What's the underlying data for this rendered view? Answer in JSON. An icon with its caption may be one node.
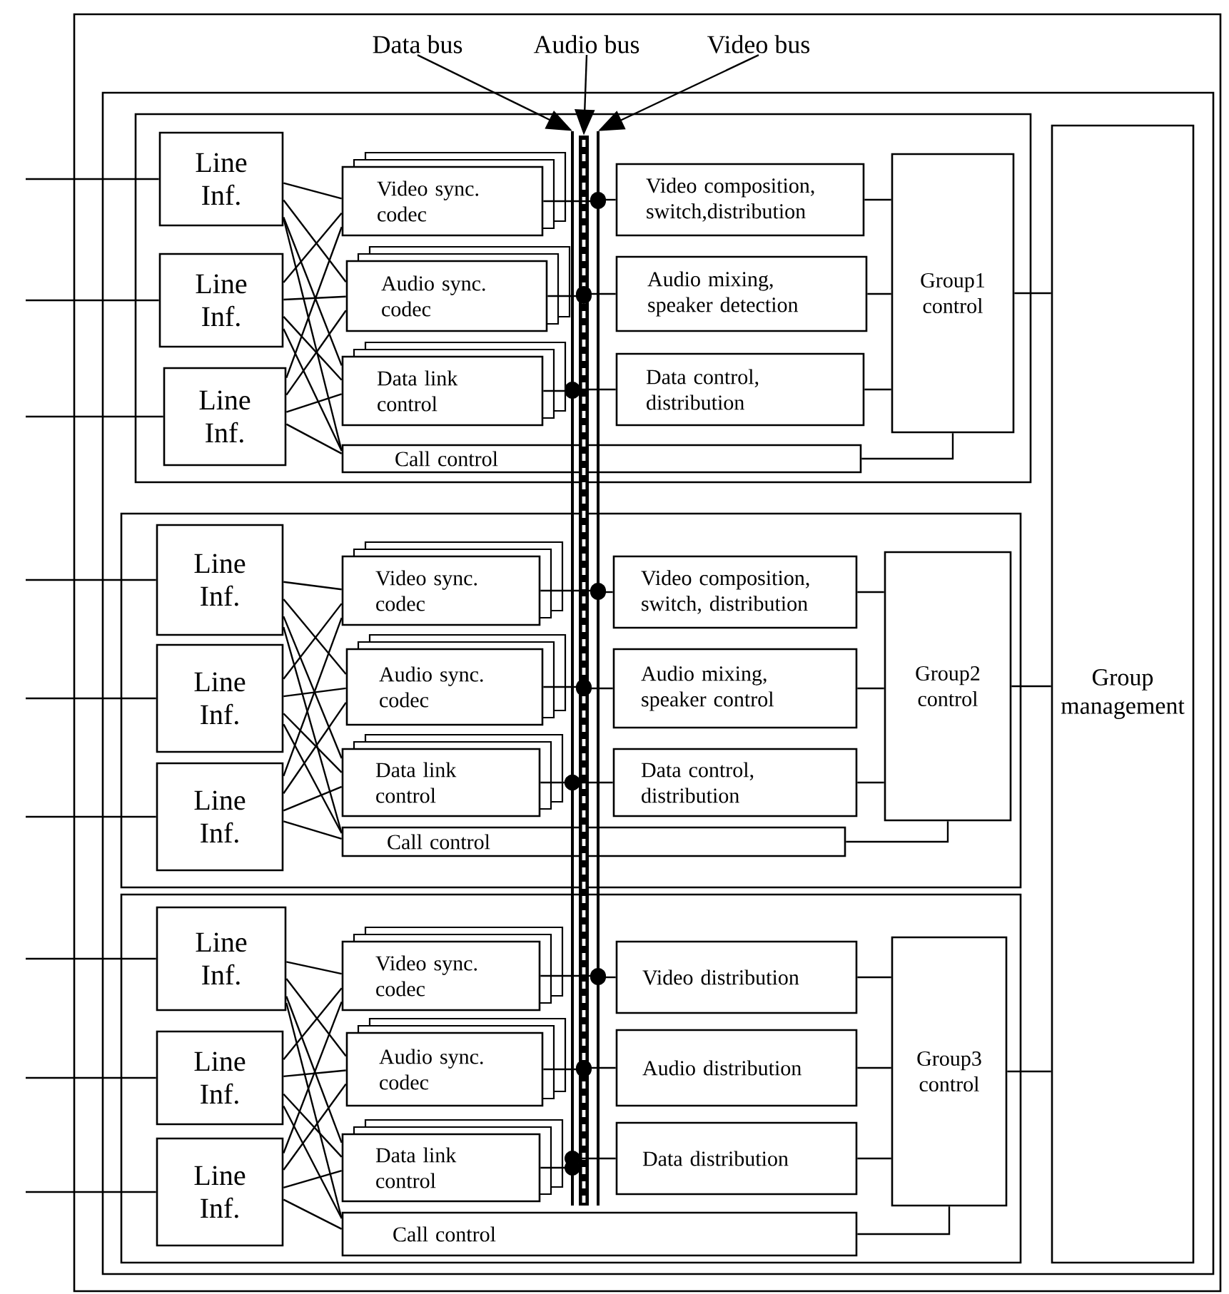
{
  "diagram": {
    "nodes": [
      {
        "text": [],
        "shape": "box"
      },
      {
        "text": [
          "Data bus"
        ],
        "in": 0
      },
      {
        "text": [
          "Audio bus"
        ],
        "in": 0
      },
      {
        "text": [
          "Video bus"
        ],
        "in": 0
      },
      {
        "text": [],
        "shape": "box",
        "in": 0
      },
      {
        "text": [],
        "shape": "box",
        "in": 4
      },
      {
        "text": [
          "Line Inf."
        ],
        "in": 5
      },
      {
        "text": [
          "Line Inf."
        ],
        "in": 5
      },
      {
        "text": [
          "Line Inf."
        ],
        "in": 5
      },
      {
        "text": [
          "Video sync. codec"
        ],
        "in": 5
      },
      {
        "text": [
          "Audio sync. codec"
        ],
        "in": 5
      },
      {
        "text": [
          "Data link control"
        ],
        "in": 5
      },
      {
        "text": [
          "Call control"
        ],
        "in": 5
      },
      {
        "text": [
          "Video composition, switch,distribution"
        ],
        "in": 5
      },
      {
        "text": [
          "Audio mixing, speaker detection"
        ],
        "in": 5
      },
      {
        "text": [
          "Data control, distribution"
        ],
        "in": 5
      },
      {
        "text": [
          "Group1 control"
        ],
        "in": 5
      },
      {
        "text": [],
        "shape": "box",
        "in": 4
      },
      {
        "text": [
          "Line Inf."
        ],
        "in": 17
      },
      {
        "text": [
          "Line Inf."
        ],
        "in": 17
      },
      {
        "text": [
          "Line Inf."
        ],
        "in": 17
      },
      {
        "text": [
          "Video sync. codec"
        ],
        "in": 17
      },
      {
        "text": [
          "Audio sync. codec"
        ],
        "in": 17
      },
      {
        "text": [
          "Data link control"
        ],
        "in": 17
      },
      {
        "text": [
          "Call control"
        ],
        "in": 17
      },
      {
        "text": [
          "Video composition, switch, distribution"
        ],
        "in": 17
      },
      {
        "text": [
          "Audio mixing, speaker control"
        ],
        "in": 17
      },
      {
        "text": [
          "Data control, distribution"
        ],
        "in": 17
      },
      {
        "text": [
          "Group2 control"
        ],
        "in": 17
      },
      {
        "text": [],
        "shape": "box",
        "in": 4
      },
      {
        "text": [
          "Line Inf."
        ],
        "in": 29
      },
      {
        "text": [
          "Line Inf."
        ],
        "in": 29
      },
      {
        "text": [
          "Line Inf."
        ],
        "in": 29
      },
      {
        "text": [
          "Video sync. codec"
        ],
        "in": 29
      },
      {
        "text": [
          "Audio sync. codec"
        ],
        "in": 29
      },
      {
        "text": [
          "Data link control"
        ],
        "in": 29
      },
      {
        "text": [
          "Call control"
        ],
        "in": 29
      },
      {
        "text": [
          "Video distribution"
        ],
        "in": 29
      },
      {
        "text": [
          "Audio distribution"
        ],
        "in": 29
      },
      {
        "text": [
          "Data distribution"
        ],
        "in": 29
      },
      {
        "text": [
          "Group3 control"
        ],
        "in": 29
      },
      {
        "text": [
          "Group management"
        ],
        "in": 4
      },
      {
        "text": [],
        "shape": "bar",
        "in": 4
      },
      {
        "text": [],
        "shape": "bar",
        "in": 4
      },
      {
        "text": [],
        "shape": "bar",
        "in": 4
      }
    ],
    "edges": [
      {
        "from": 1,
        "to": 42,
        "arrow": "to"
      },
      {
        "from": 2,
        "to": 43,
        "arrow": "to"
      },
      {
        "from": 3,
        "to": 44,
        "arrow": "to"
      },
      {
        "from": null,
        "to": 6,
        "arrow": "none"
      },
      {
        "from": null,
        "to": 7,
        "arrow": "none"
      },
      {
        "from": null,
        "to": 8,
        "arrow": "none"
      },
      {
        "from": 6,
        "to": 9,
        "arrow": "none"
      },
      {
        "from": 6,
        "to": 10,
        "arrow": "none"
      },
      {
        "from": 6,
        "to": 11,
        "arrow": "none"
      },
      {
        "from": 6,
        "to": 12,
        "arrow": "none"
      },
      {
        "from": 7,
        "to": 9,
        "arrow": "none"
      },
      {
        "from": 7,
        "to": 10,
        "arrow": "none"
      },
      {
        "from": 7,
        "to": 11,
        "arrow": "none"
      },
      {
        "from": 7,
        "to": 12,
        "arrow": "none"
      },
      {
        "from": 8,
        "to": 9,
        "arrow": "none"
      },
      {
        "from": 8,
        "to": 10,
        "arrow": "none"
      },
      {
        "from": 8,
        "to": 11,
        "arrow": "none"
      },
      {
        "from": 8,
        "to": 12,
        "arrow": "none"
      },
      {
        "from": 13,
        "to": 16,
        "arrow": "none"
      },
      {
        "from": 14,
        "to": 16,
        "arrow": "none"
      },
      {
        "from": 15,
        "to": 16,
        "arrow": "none"
      },
      {
        "from": 12,
        "to": 16,
        "arrow": "none"
      },
      {
        "from": 16,
        "to": 41,
        "arrow": "none"
      },
      {
        "from": null,
        "to": 18,
        "arrow": "none"
      },
      {
        "from": null,
        "to": 19,
        "arrow": "none"
      },
      {
        "from": null,
        "to": 20,
        "arrow": "none"
      },
      {
        "from": 18,
        "to": 21,
        "arrow": "none"
      },
      {
        "from": 18,
        "to": 22,
        "arrow": "none"
      },
      {
        "from": 18,
        "to": 23,
        "arrow": "none"
      },
      {
        "from": 18,
        "to": 24,
        "arrow": "none"
      },
      {
        "from": 19,
        "to": 21,
        "arrow": "none"
      },
      {
        "from": 19,
        "to": 22,
        "arrow": "none"
      },
      {
        "from": 19,
        "to": 23,
        "arrow": "none"
      },
      {
        "from": 19,
        "to": 24,
        "arrow": "none"
      },
      {
        "from": 20,
        "to": 21,
        "arrow": "none"
      },
      {
        "from": 20,
        "to": 22,
        "arrow": "none"
      },
      {
        "from": 20,
        "to": 23,
        "arrow": "none"
      },
      {
        "from": 20,
        "to": 24,
        "arrow": "none"
      },
      {
        "from": 25,
        "to": 28,
        "arrow": "none"
      },
      {
        "from": 26,
        "to": 28,
        "arrow": "none"
      },
      {
        "from": 27,
        "to": 28,
        "arrow": "none"
      },
      {
        "from": 24,
        "to": 28,
        "arrow": "none"
      },
      {
        "from": 28,
        "to": 41,
        "arrow": "none"
      },
      {
        "from": null,
        "to": 30,
        "arrow": "none"
      },
      {
        "from": null,
        "to": 31,
        "arrow": "none"
      },
      {
        "from": null,
        "to": 32,
        "arrow": "none"
      },
      {
        "from": 30,
        "to": 33,
        "arrow": "none"
      },
      {
        "from": 30,
        "to": 34,
        "arrow": "none"
      },
      {
        "from": 30,
        "to": 35,
        "arrow": "none"
      },
      {
        "from": 30,
        "to": 36,
        "arrow": "none"
      },
      {
        "from": 31,
        "to": 33,
        "arrow": "none"
      },
      {
        "from": 31,
        "to": 34,
        "arrow": "none"
      },
      {
        "from": 31,
        "to": 35,
        "arrow": "none"
      },
      {
        "from": 31,
        "to": 36,
        "arrow": "none"
      },
      {
        "from": 32,
        "to": 33,
        "arrow": "none"
      },
      {
        "from": 32,
        "to": 34,
        "arrow": "none"
      },
      {
        "from": 32,
        "to": 35,
        "arrow": "none"
      },
      {
        "from": 32,
        "to": 36,
        "arrow": "none"
      },
      {
        "from": 37,
        "to": 40,
        "arrow": "none"
      },
      {
        "from": 38,
        "to": 40,
        "arrow": "none"
      },
      {
        "from": 39,
        "to": 40,
        "arrow": "none"
      },
      {
        "from": 36,
        "to": 40,
        "arrow": "none"
      },
      {
        "from": 40,
        "to": 41,
        "arrow": "none"
      },
      {
        "from": 9,
        "to": 44,
        "arrow": "none"
      },
      {
        "from": 44,
        "to": 13,
        "arrow": "none"
      },
      {
        "from": 10,
        "to": 43,
        "arrow": "none"
      },
      {
        "from": 43,
        "to": 14,
        "arrow": "none"
      },
      {
        "from": 11,
        "to": 42,
        "arrow": "none"
      },
      {
        "from": 42,
        "to": 15,
        "arrow": "none"
      },
      {
        "from": 21,
        "to": 44,
        "arrow": "none"
      },
      {
        "from": 44,
        "to": 25,
        "arrow": "none"
      },
      {
        "from": 22,
        "to": 43,
        "arrow": "none"
      },
      {
        "from": 43,
        "to": 26,
        "arrow": "none"
      },
      {
        "from": 23,
        "to": 42,
        "arrow": "none"
      },
      {
        "from": 42,
        "to": 27,
        "arrow": "none"
      },
      {
        "from": 33,
        "to": 44,
        "arrow": "none"
      },
      {
        "from": 44,
        "to": 37,
        "arrow": "none"
      },
      {
        "from": 34,
        "to": 43,
        "arrow": "none"
      },
      {
        "from": 43,
        "to": 38,
        "arrow": "none"
      },
      {
        "from": 35,
        "to": 42,
        "arrow": "none"
      },
      {
        "from": 42,
        "to": 39,
        "arrow": "none"
      }
    ]
  }
}
